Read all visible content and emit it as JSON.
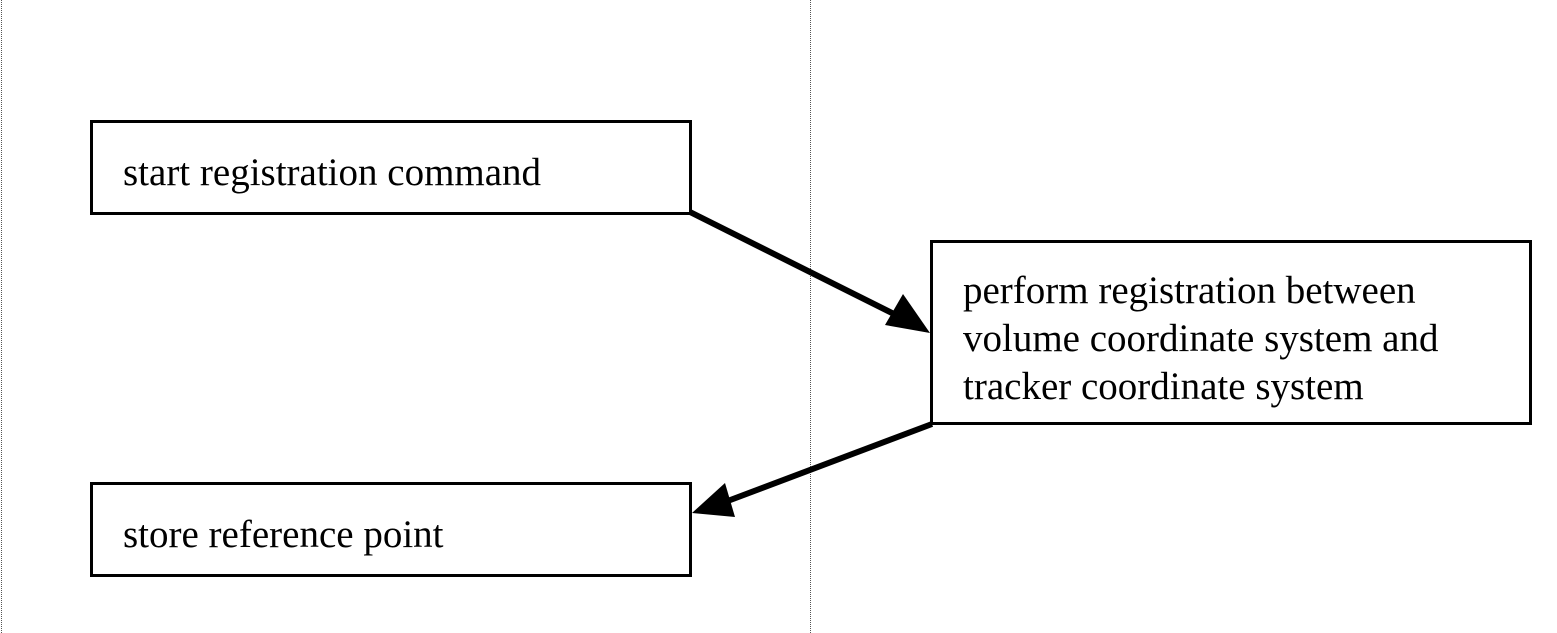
{
  "diagram": {
    "nodes": {
      "start": {
        "lines": [
          "start registration command"
        ]
      },
      "perform": {
        "lines": [
          "perform registration between",
          "volume coordinate system and",
          "tracker coordinate system"
        ]
      },
      "store": {
        "lines": [
          "store reference point"
        ]
      }
    },
    "edges": [
      {
        "from": "start",
        "to": "perform"
      },
      {
        "from": "perform",
        "to": "store"
      }
    ],
    "colors": {
      "stroke": "#000000",
      "background": "#ffffff",
      "divider": "#555555"
    }
  }
}
